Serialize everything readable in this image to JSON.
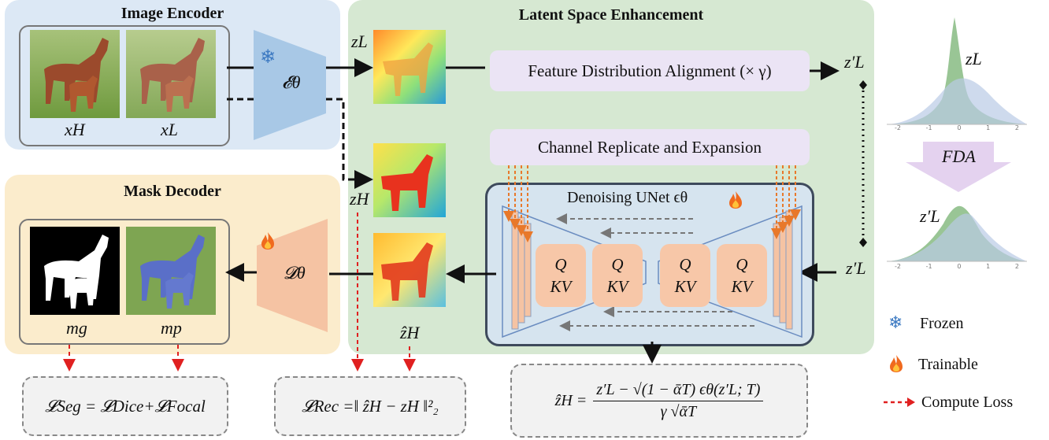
{
  "panels": {
    "encoder_title": "Image Encoder",
    "latent_title": "Latent Space Enhancement",
    "decoder_title": "Mask Decoder"
  },
  "encoder": {
    "label": "𝓔θ",
    "input_high": "xH",
    "input_low": "xL"
  },
  "latent": {
    "zL": "zL",
    "zH": "zH",
    "zL_prime_top": "z′L",
    "zL_prime_bottom": "z′L",
    "fda_box": "Feature Distribution Alignment (× γ)",
    "channel_box": "Channel Replicate and Expansion",
    "unet_title": "Denoising UNet ϵθ",
    "qkv_q": "Q",
    "qkv_kv": "KV",
    "zH_hat": "ẑH"
  },
  "decoder": {
    "label": "𝓓θ",
    "mask_gt": "mg",
    "mask_pred": "mp"
  },
  "losses": {
    "seg": "𝓛Seg = 𝓛Dice+𝓛Focal",
    "rec": "𝓛Rec =‖ ẑH − zH ‖²₂",
    "eq_lhs": "ẑH =",
    "eq_num": "z′L − √(1 − ᾱT) ϵθ(z′L; T)",
    "eq_den": "γ √ᾱT"
  },
  "distribution": {
    "top_label": "zL",
    "middle_label": "FDA",
    "bottom_label": "z′L",
    "tick_labels": [
      "-2",
      "-1",
      "0",
      "1",
      "2"
    ]
  },
  "legend": {
    "frozen": "Frozen",
    "trainable": "Trainable",
    "loss": "Compute Loss"
  },
  "colors": {
    "encoder_bg": "#dce8f5",
    "latent_bg": "#d6e8d2",
    "decoder_bg": "#fbeccc",
    "encoder_trap": "#a8c8e6",
    "decoder_trap": "#f5c3a3",
    "box_lavender": "#ebe4f5",
    "loss_arrow": "#e02020",
    "green_dist": "#7fb77a",
    "blue_dist": "#b9cbe6"
  }
}
